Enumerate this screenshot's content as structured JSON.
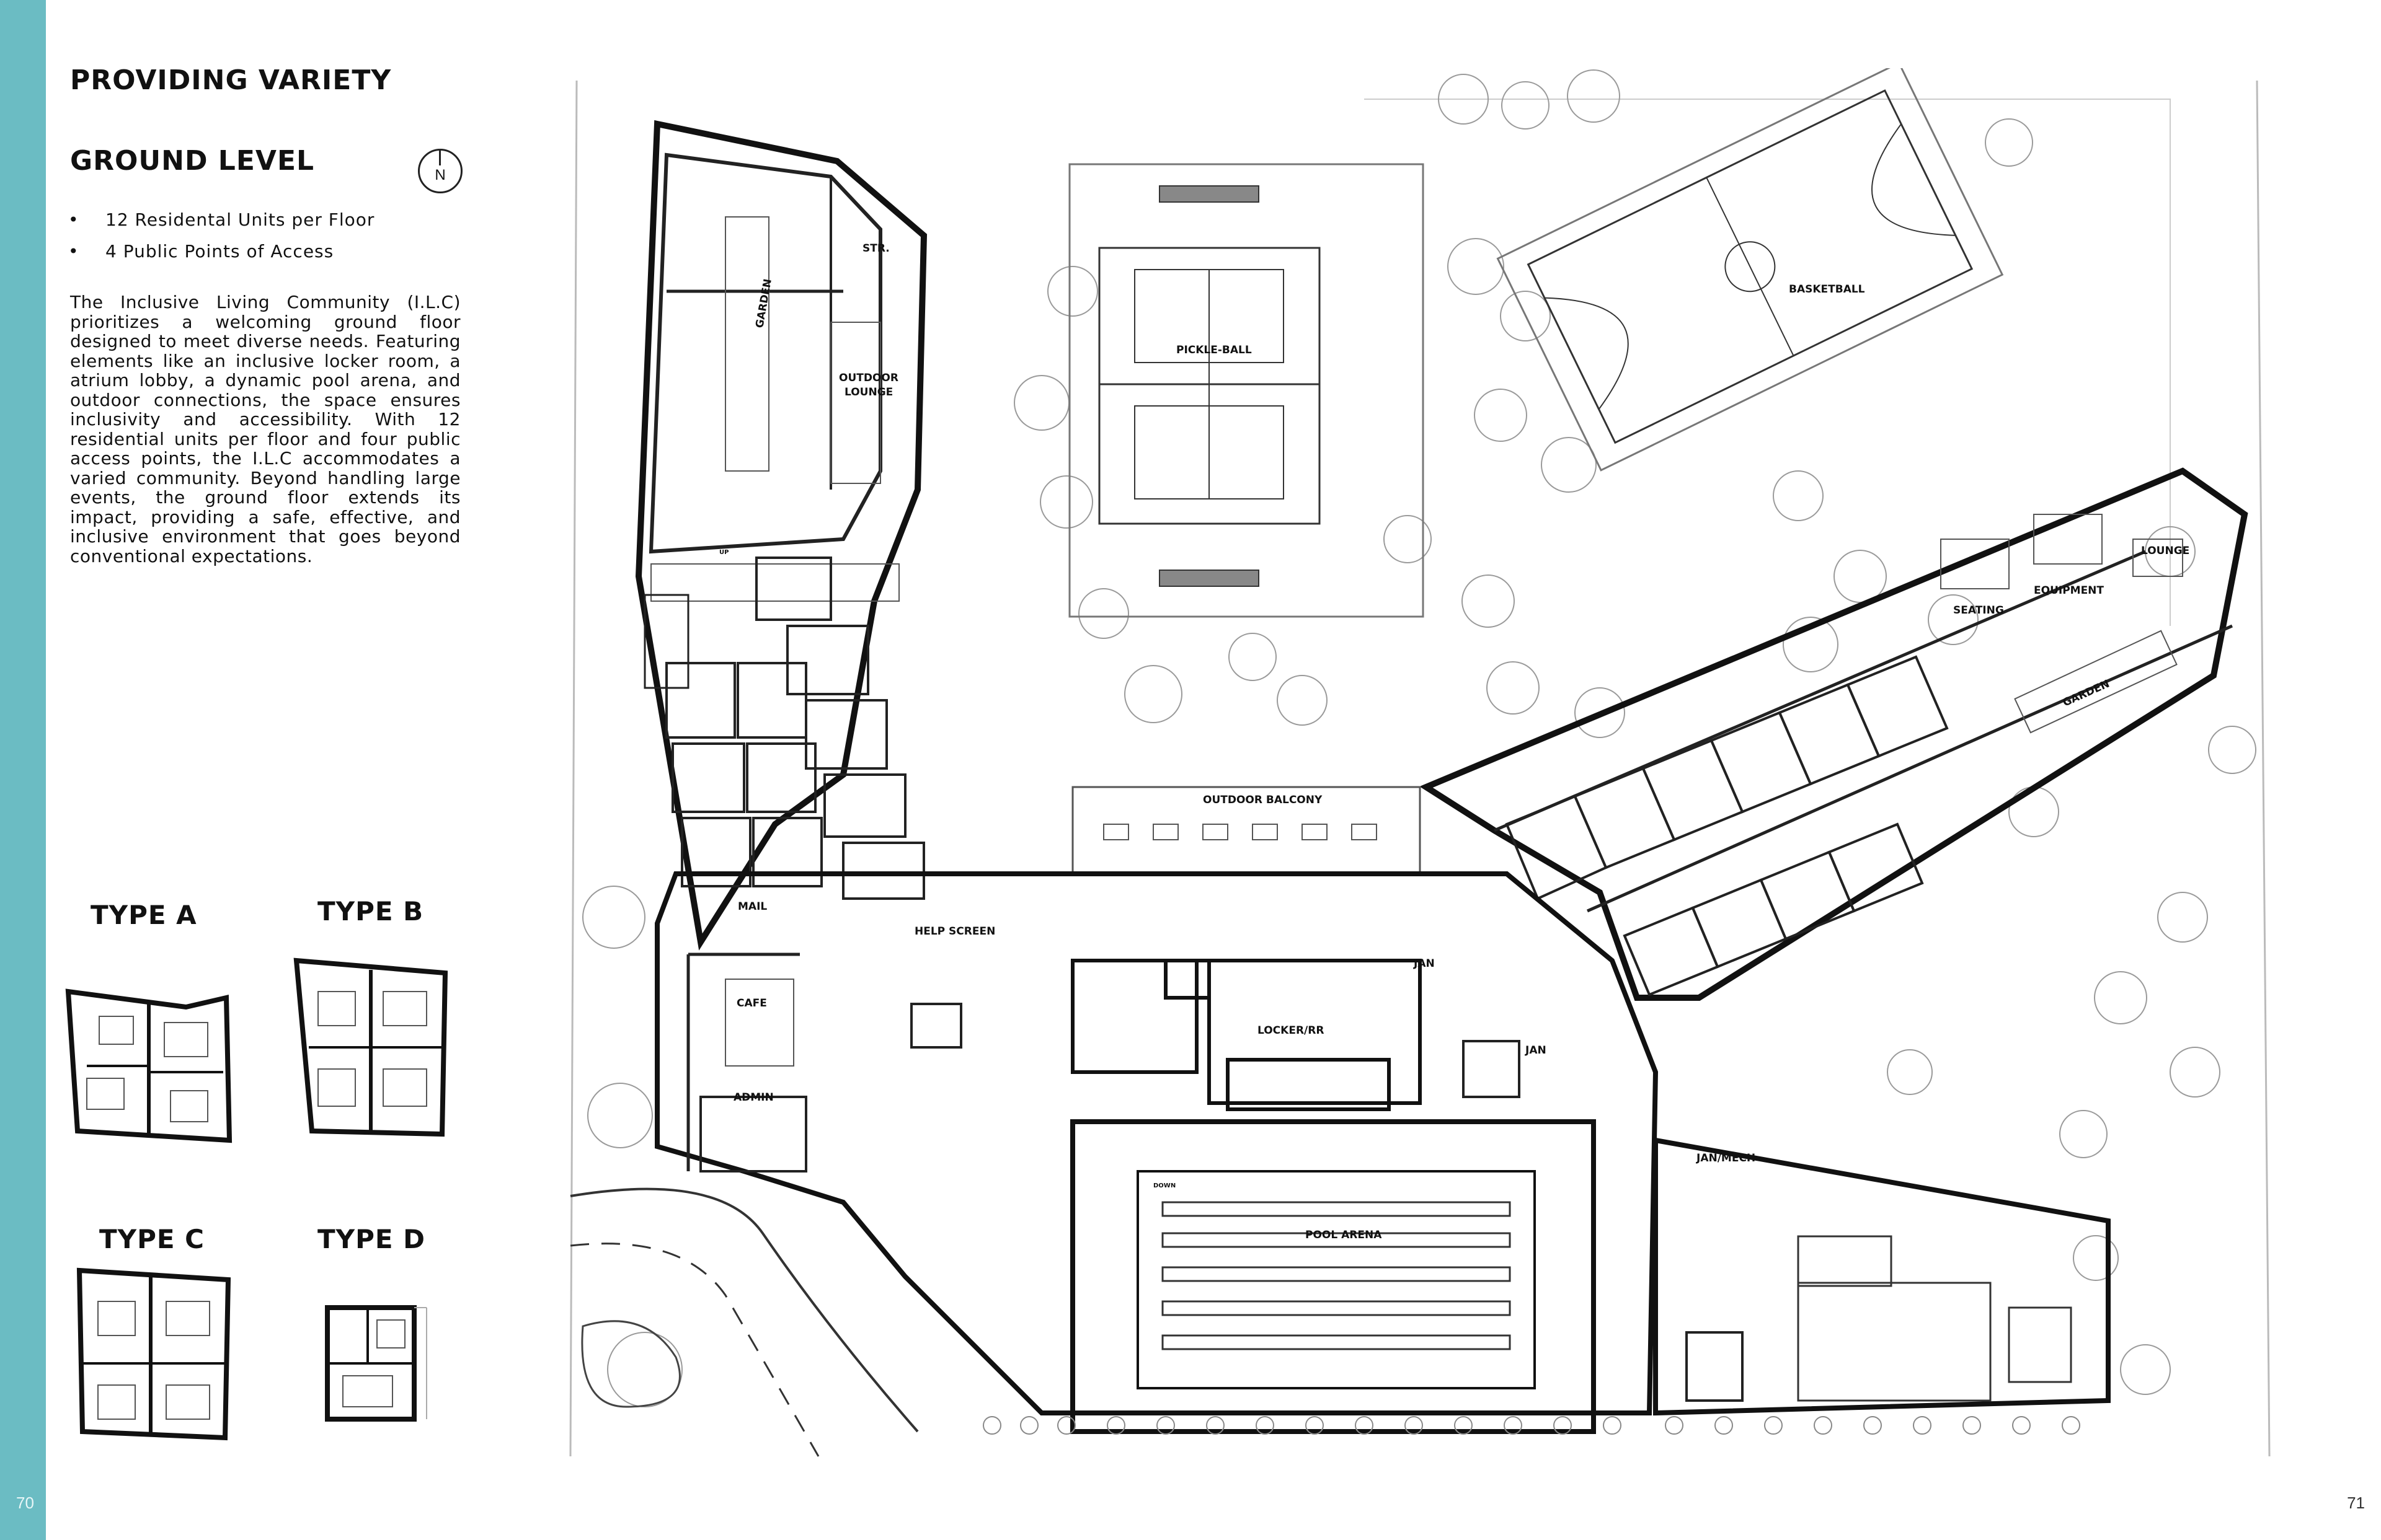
{
  "page": {
    "title": "PROVIDING VARIETY",
    "subtitle": "GROUND LEVEL",
    "north_label": "N",
    "page_left": "70",
    "page_right": "71"
  },
  "bullets": [
    "12 Residental Units per Floor",
    "4 Public Points of Access"
  ],
  "body_text": "The Inclusive Living Community (I.L.C) prioritizes a welcoming ground floor designed to meet diverse needs. Featuring elements like an inclusive locker room, a atrium lobby, a dynamic pool arena, and outdoor connections, the space ensures inclusivity and accessibility. With 12 residential units per floor and four public access points, the I.L.C accommodates a varied community. Beyond handling large events, the ground floor extends its impact, providing a safe, effective, and inclusive environment that goes beyond conventional expectations.",
  "unit_types": {
    "a": "TYPE A",
    "b": "TYPE B",
    "c": "TYPE C",
    "d": "TYPE D"
  },
  "plan_labels": {
    "str": "STR.",
    "garden_west": "GARDEN",
    "outdoor_lounge_1": "OUTDOOR",
    "outdoor_lounge_2": "LOUNGE",
    "pickleball": "PICKLE-BALL",
    "basketball": "BASKETBALL",
    "lounge": "LOUNGE",
    "equipment": "EQUIPMENT",
    "seating": "SEATING",
    "garden_east": "GARDEN",
    "outdoor_balcony": "OUTDOOR BALCONY",
    "mail": "MAIL",
    "help_screen": "HELP SCREEN",
    "cafe": "CAFE",
    "admin": "ADMIN",
    "jan_1": "JAN",
    "jan_2": "JAN",
    "locker_rr": "LOCKER/RR",
    "jan_mech": "JAN/MECH",
    "pool_arena": "POOL ARENA",
    "down": "DOWN",
    "up": "UP"
  },
  "colors": {
    "accent_strip": "#6bbcc3",
    "linework": "#111111",
    "tree_hatch": "#9a9a9a"
  }
}
